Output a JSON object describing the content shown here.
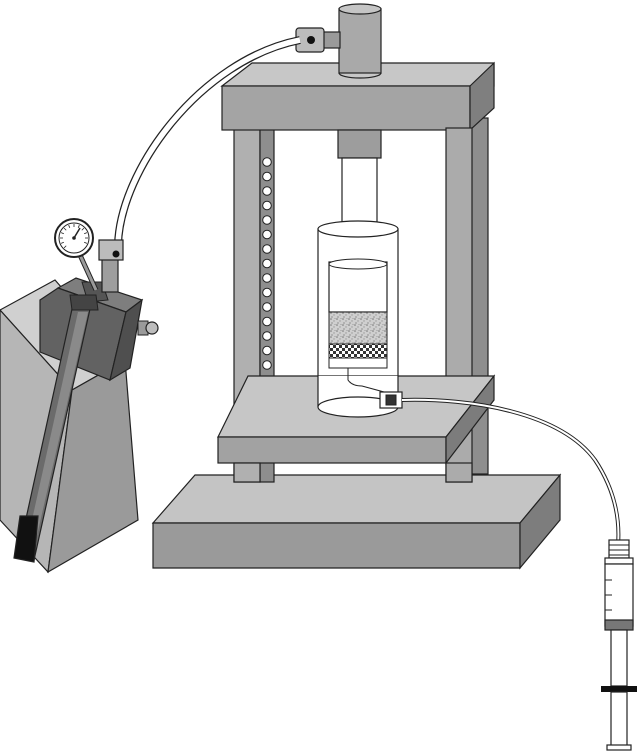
{
  "diagram": {
    "labels": [],
    "colors": {
      "frame_light": "#bdbdbd",
      "frame_mid": "#a8a8a8",
      "frame_dark": "#8c8c8c",
      "frame_darker": "#6e6e6e",
      "outline": "#222222",
      "handle": "#1a1a1a",
      "cylinder_body": "#b3b3b3",
      "cylinder_cap": "#7a7a7a",
      "glass": "#ffffff",
      "sample": "#c8c8c8"
    },
    "components": [
      "hydraulic-press-frame",
      "hydraulic-pump",
      "pressure-gauge",
      "hydraulic-hose",
      "ram",
      "sample-cell",
      "outlet-tube",
      "syringe"
    ]
  }
}
